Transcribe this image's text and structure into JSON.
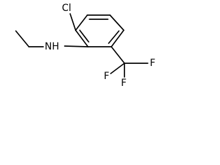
{
  "molecule": {
    "atoms": {
      "chlorine": "Cl",
      "amine": "NH",
      "fluorine_1": "F",
      "fluorine_2": "F",
      "fluorine_3": "F"
    }
  },
  "colors": {
    "bond": "#000000",
    "text": "#000000",
    "background": "#ffffff"
  }
}
